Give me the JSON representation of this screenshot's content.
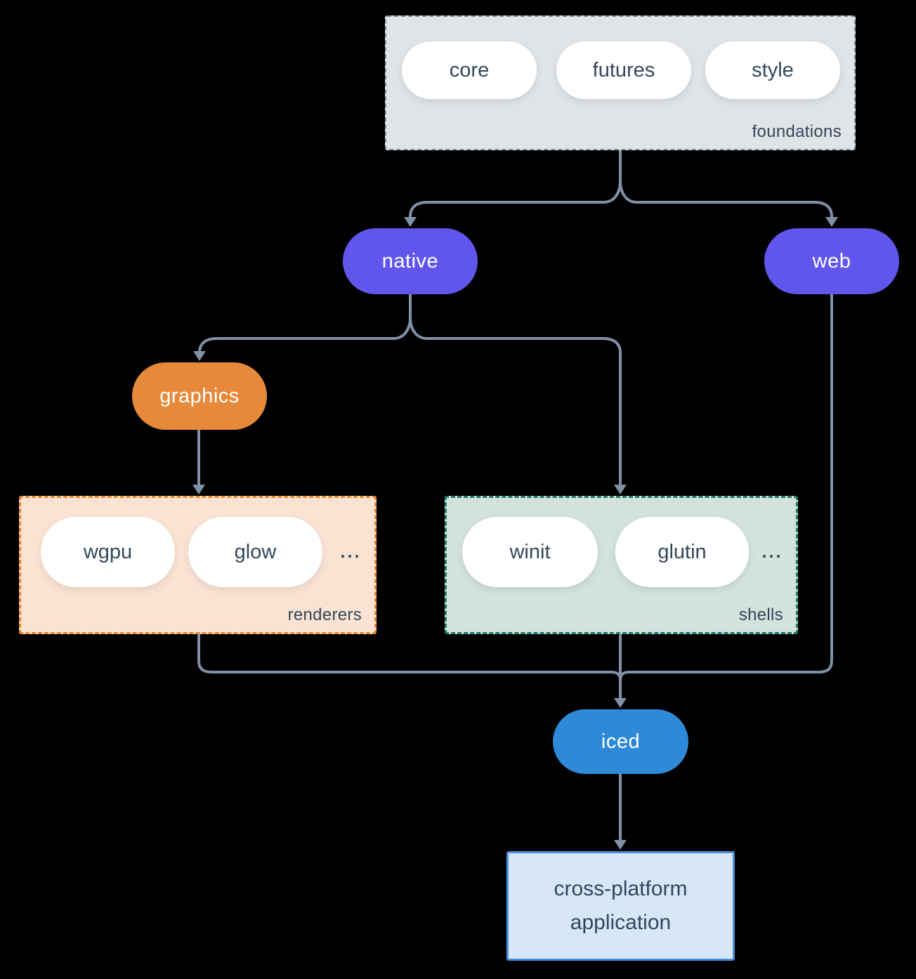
{
  "colors": {
    "background": "#000000",
    "ink": "#33475b",
    "edge": "#8090a5",
    "pill_fill": "#ffffff",
    "purple": "#6156ec",
    "orange": "#e6893a",
    "blue": "#2e8ad8",
    "foundations_fill": "#e0e4e7",
    "foundations_border": "#7b8b9e",
    "renderers_fill": "#fae3d3",
    "renderers_border": "#e8872e",
    "shells_fill": "#d3e2db",
    "shells_border": "#20796a",
    "app_fill": "#d7e7f8",
    "app_border": "#4a90dc"
  },
  "groups": {
    "foundations": {
      "label": "foundations",
      "pills": [
        "core",
        "futures",
        "style"
      ]
    },
    "renderers": {
      "label": "renderers",
      "pills": [
        "wgpu",
        "glow"
      ],
      "ellipsis": "..."
    },
    "shells": {
      "label": "shells",
      "pills": [
        "winit",
        "glutin"
      ],
      "ellipsis": "..."
    }
  },
  "nodes": {
    "native": {
      "label": "native"
    },
    "web": {
      "label": "web"
    },
    "graphics": {
      "label": "graphics"
    },
    "iced": {
      "label": "iced"
    },
    "application": {
      "line1": "cross-platform",
      "line2": "application"
    }
  }
}
